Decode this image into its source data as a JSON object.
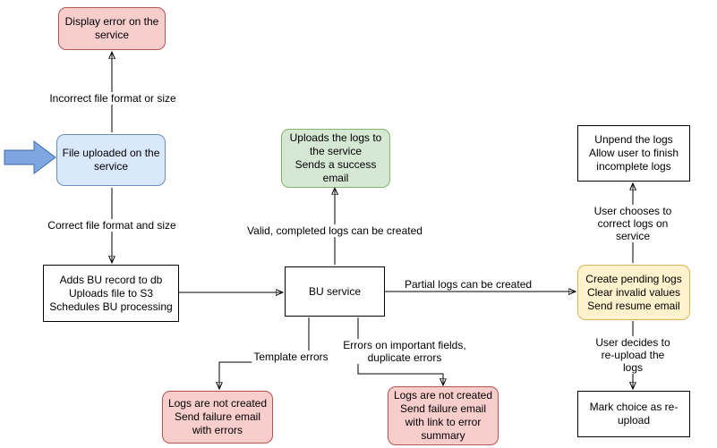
{
  "diagram": {
    "nodes": {
      "display_error": {
        "text": "Display error on the\nservice"
      },
      "file_uploaded": {
        "text": "File uploaded on the\nservice"
      },
      "adds_bu_record": {
        "text": "Adds BU record to db\nUploads file to S3\nSchedules BU processing"
      },
      "bu_service": {
        "text": "BU service"
      },
      "success_upload": {
        "text": "Uploads the logs to\nthe service\nSends a success\nemail"
      },
      "unpend_logs": {
        "text": "Unpend the logs\nAllow user to finish\nincomplete logs"
      },
      "create_pending": {
        "text": "Create pending logs\nClear invalid values\nSend resume email"
      },
      "mark_reupload": {
        "text": "Mark choice as re-\nupload"
      },
      "fail_template": {
        "text": "Logs are not created\nSend failure email\nwith errors"
      },
      "fail_fields": {
        "text": "Logs are not created\nSend failure email\nwith link to error\nsummary"
      }
    },
    "edge_labels": {
      "incorrect_format": "Incorrect file format or size",
      "correct_format": "Correct file format and size",
      "valid_logs": "Valid, completed logs can be created",
      "partial_logs": "Partial logs can be created",
      "user_correct": "User chooses to correct logs on service",
      "user_reupload": "User decides to re-upload the logs",
      "template_errors": "Template errors",
      "field_errors": "Errors on important fields,\nduplicate errors"
    },
    "colors": {
      "pink_fill": "#f8cecc",
      "pink_stroke": "#b85450",
      "blue_fill": "#dae8fc",
      "blue_stroke": "#6c8ebf",
      "green_fill": "#d5e8d4",
      "green_stroke": "#82b366",
      "yellow_fill": "#fff2cc",
      "yellow_stroke": "#d6b656",
      "white_fill": "#ffffff",
      "black_stroke": "#000000",
      "input_arrow_fill": "#7ea6e0",
      "input_arrow_stroke": "#3e6ca5"
    }
  }
}
